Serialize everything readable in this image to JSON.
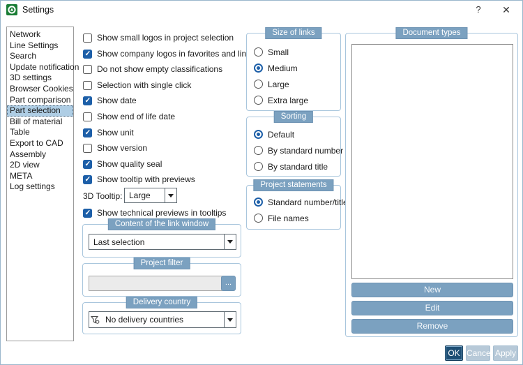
{
  "window": {
    "title": "Settings",
    "help_label": "?",
    "close_label": "✕"
  },
  "colors": {
    "accent_blue": "#1d5fa8",
    "steel_button": "#7ba1c0",
    "badge": "#7ba1c0",
    "ok_button": "#1d4e74",
    "light_button": "#b7c9d8",
    "selected_item": "#aecde4",
    "group_border": "#a9c6dd",
    "app_icon_green": "#1a7d35"
  },
  "sidebar": {
    "items": [
      "Network",
      "Line Settings",
      "Search",
      "Update notification",
      "3D settings",
      "Browser Cookies",
      "Part comparison",
      "Part selection",
      "Bill of material",
      "Table",
      "Export to CAD",
      "Assembly",
      "2D view",
      "META",
      "Log settings"
    ],
    "selected": "Part selection"
  },
  "checkboxes": [
    {
      "label": "Show small logos in project selection",
      "checked": false
    },
    {
      "label": "Show company logos in favorites and links",
      "checked": true
    },
    {
      "label": "Do not show empty classifications",
      "checked": false
    },
    {
      "label": "Selection with single click",
      "checked": false
    },
    {
      "label": "Show date",
      "checked": true
    },
    {
      "label": "Show end of life date",
      "checked": false
    },
    {
      "label": "Show unit",
      "checked": true
    },
    {
      "label": "Show version",
      "checked": false
    },
    {
      "label": "Show quality seal",
      "checked": true
    },
    {
      "label": "Show tooltip with previews",
      "checked": true
    },
    {
      "label": "Show technical previews in tooltips",
      "checked": true
    }
  ],
  "tooltip_row": {
    "label": "3D Tooltip:",
    "value": "Large"
  },
  "groups": {
    "link_window": {
      "title": "Content of the link window",
      "value": "Last selection"
    },
    "project_filter": {
      "title": "Project filter",
      "value": "",
      "browse_label": "..."
    },
    "delivery_country": {
      "title": "Delivery country",
      "value": "No delivery countries"
    },
    "size_of_links": {
      "title": "Size of links",
      "options": [
        {
          "label": "Small",
          "selected": false
        },
        {
          "label": "Medium",
          "selected": true
        },
        {
          "label": "Large",
          "selected": false
        },
        {
          "label": "Extra large",
          "selected": false
        }
      ]
    },
    "sorting": {
      "title": "Sorting",
      "options": [
        {
          "label": "Default",
          "selected": true
        },
        {
          "label": "By standard number",
          "selected": false
        },
        {
          "label": "By standard title",
          "selected": false
        }
      ]
    },
    "project_statements": {
      "title": "Project statements",
      "options": [
        {
          "label": "Standard number/title",
          "selected": true
        },
        {
          "label": "File names",
          "selected": false
        }
      ]
    },
    "document_types": {
      "title": "Document types",
      "list_items": [],
      "buttons": {
        "new": "New",
        "edit": "Edit",
        "remove": "Remove"
      }
    }
  },
  "footer": {
    "ok": "OK",
    "cancel": "Cancel",
    "apply": "Apply"
  }
}
